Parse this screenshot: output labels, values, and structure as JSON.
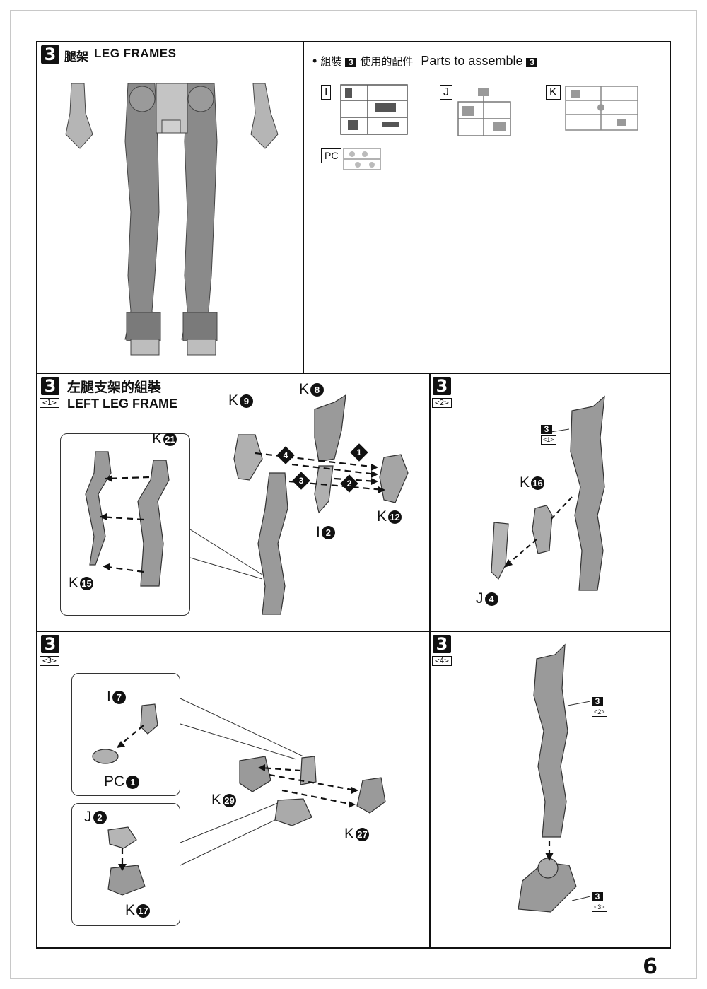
{
  "step": "3",
  "header": {
    "title_cn": "腿架",
    "title_en": "LEG FRAMES",
    "parts_bullet": "•",
    "parts_cn": "組裝",
    "parts_cn2": "使用的配件",
    "parts_en": "Parts to assemble",
    "runners": [
      "I",
      "J",
      "K",
      "PC"
    ]
  },
  "sub1": {
    "label": "<1>",
    "title_cn": "左腿支架的組裝",
    "title_en": "LEFT LEG FRAME",
    "parts": [
      {
        "runner": "K",
        "num": "9"
      },
      {
        "runner": "K",
        "num": "8"
      },
      {
        "runner": "K",
        "num": "12"
      },
      {
        "runner": "I",
        "num": "2"
      },
      {
        "runner": "K",
        "num": "21"
      },
      {
        "runner": "K",
        "num": "15"
      }
    ],
    "order": [
      "1",
      "2",
      "3",
      "4"
    ]
  },
  "sub2": {
    "label": "<2>",
    "ref_step": "3",
    "ref_sub": "<1>",
    "parts": [
      {
        "runner": "K",
        "num": "16"
      },
      {
        "runner": "J",
        "num": "4"
      }
    ]
  },
  "sub3": {
    "label": "<3>",
    "parts": [
      {
        "runner": "I",
        "num": "7"
      },
      {
        "runner": "PC",
        "num": "1"
      },
      {
        "runner": "J",
        "num": "2"
      },
      {
        "runner": "K",
        "num": "17"
      },
      {
        "runner": "K",
        "num": "29"
      },
      {
        "runner": "K",
        "num": "27"
      }
    ]
  },
  "sub4": {
    "label": "<4>",
    "ref_a_step": "3",
    "ref_a_sub": "<2>",
    "ref_b_step": "3",
    "ref_b_sub": "<3>"
  },
  "page_number": "6"
}
